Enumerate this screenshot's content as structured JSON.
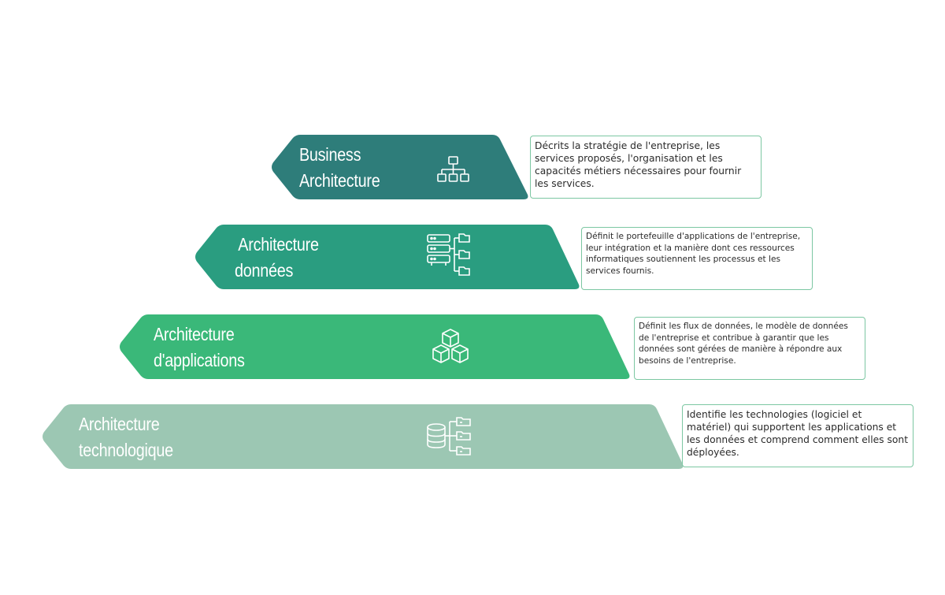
{
  "colors": {
    "business": "#2e7d7a",
    "donnees": "#2a9d80",
    "applications": "#3ab879",
    "technologique": "#9cc7b3",
    "box_border": "#7cc7a2"
  },
  "layers": [
    {
      "id": "business",
      "title_line1": "Business",
      "title_line2": "Architecture",
      "icon": "org-chart-icon",
      "description": "Décrits la stratégie de l'entreprise, les services proposés, l'organisation et les capacités métiers nécessaires pour fournir les services."
    },
    {
      "id": "donnees",
      "title_line1": "Architecture",
      "title_line2": "données",
      "icon": "server-files-icon",
      "description": "Définit le portefeuille d'applications de l'entreprise, leur intégration et la manière dont ces ressources informatiques soutiennent les processus et les services fournis."
    },
    {
      "id": "applications",
      "title_line1": "Architecture",
      "title_line2": "d'applications",
      "icon": "cubes-icon",
      "description": "Définit les flux de données, le modèle de données de l'entreprise et contribue à garantir que les données sont gérées de manière à répondre aux besoins de l'entreprise."
    },
    {
      "id": "technologique",
      "title_line1": "Architecture",
      "title_line2": "technologique",
      "icon": "database-folders-icon",
      "description": "Identifie les technologies (logiciel et matériel) qui supportent les applications et les données et comprend comment elles sont déployées."
    }
  ]
}
